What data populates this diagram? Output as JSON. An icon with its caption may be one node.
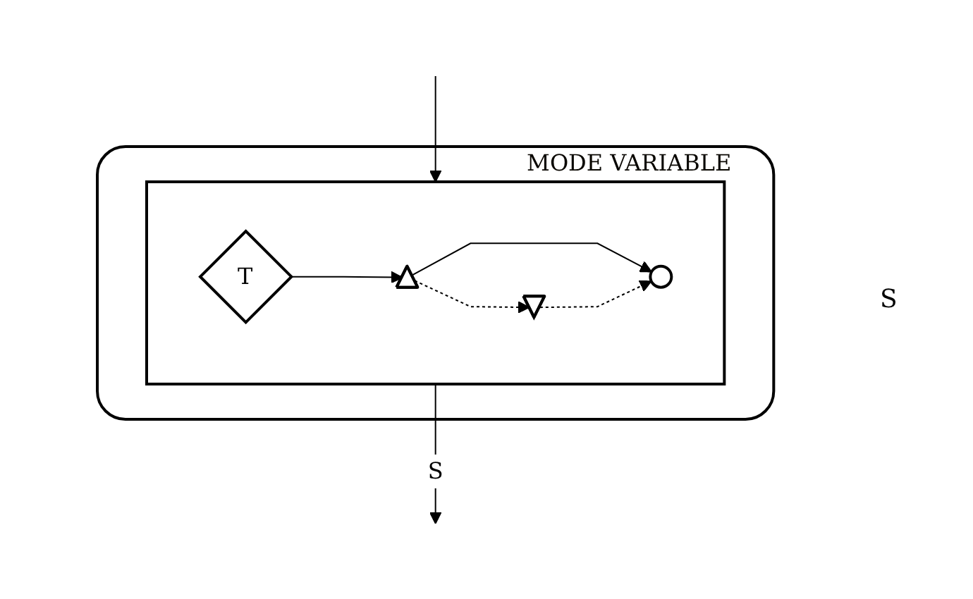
{
  "diagram": {
    "nodes": [
      {
        "text": [
          "MODE VARIABLE"
        ]
      },
      {
        "text": [],
        "shape": "box",
        "in": 0
      },
      {
        "text": [
          "T"
        ],
        "in": 1
      },
      {
        "text": [],
        "shape": "triangle",
        "in": 1
      },
      {
        "text": [],
        "shape": "triangle",
        "in": 1
      },
      {
        "text": [],
        "shape": "circle",
        "in": 1
      }
    ],
    "edges": [
      {
        "from": null,
        "to": 1,
        "arrow": "to"
      },
      {
        "from": 2,
        "to": 3,
        "arrow": "to"
      },
      {
        "from": 3,
        "to": 4,
        "arrow": "to",
        "style": "dashed"
      },
      {
        "from": 3,
        "to": 5,
        "arrow": "to"
      },
      {
        "from": 4,
        "to": 5,
        "arrow": "to",
        "style": "dashed"
      },
      {
        "from": 1,
        "to": null,
        "arrow": "to",
        "label": "S"
      }
    ],
    "labels": [
      "S"
    ]
  }
}
